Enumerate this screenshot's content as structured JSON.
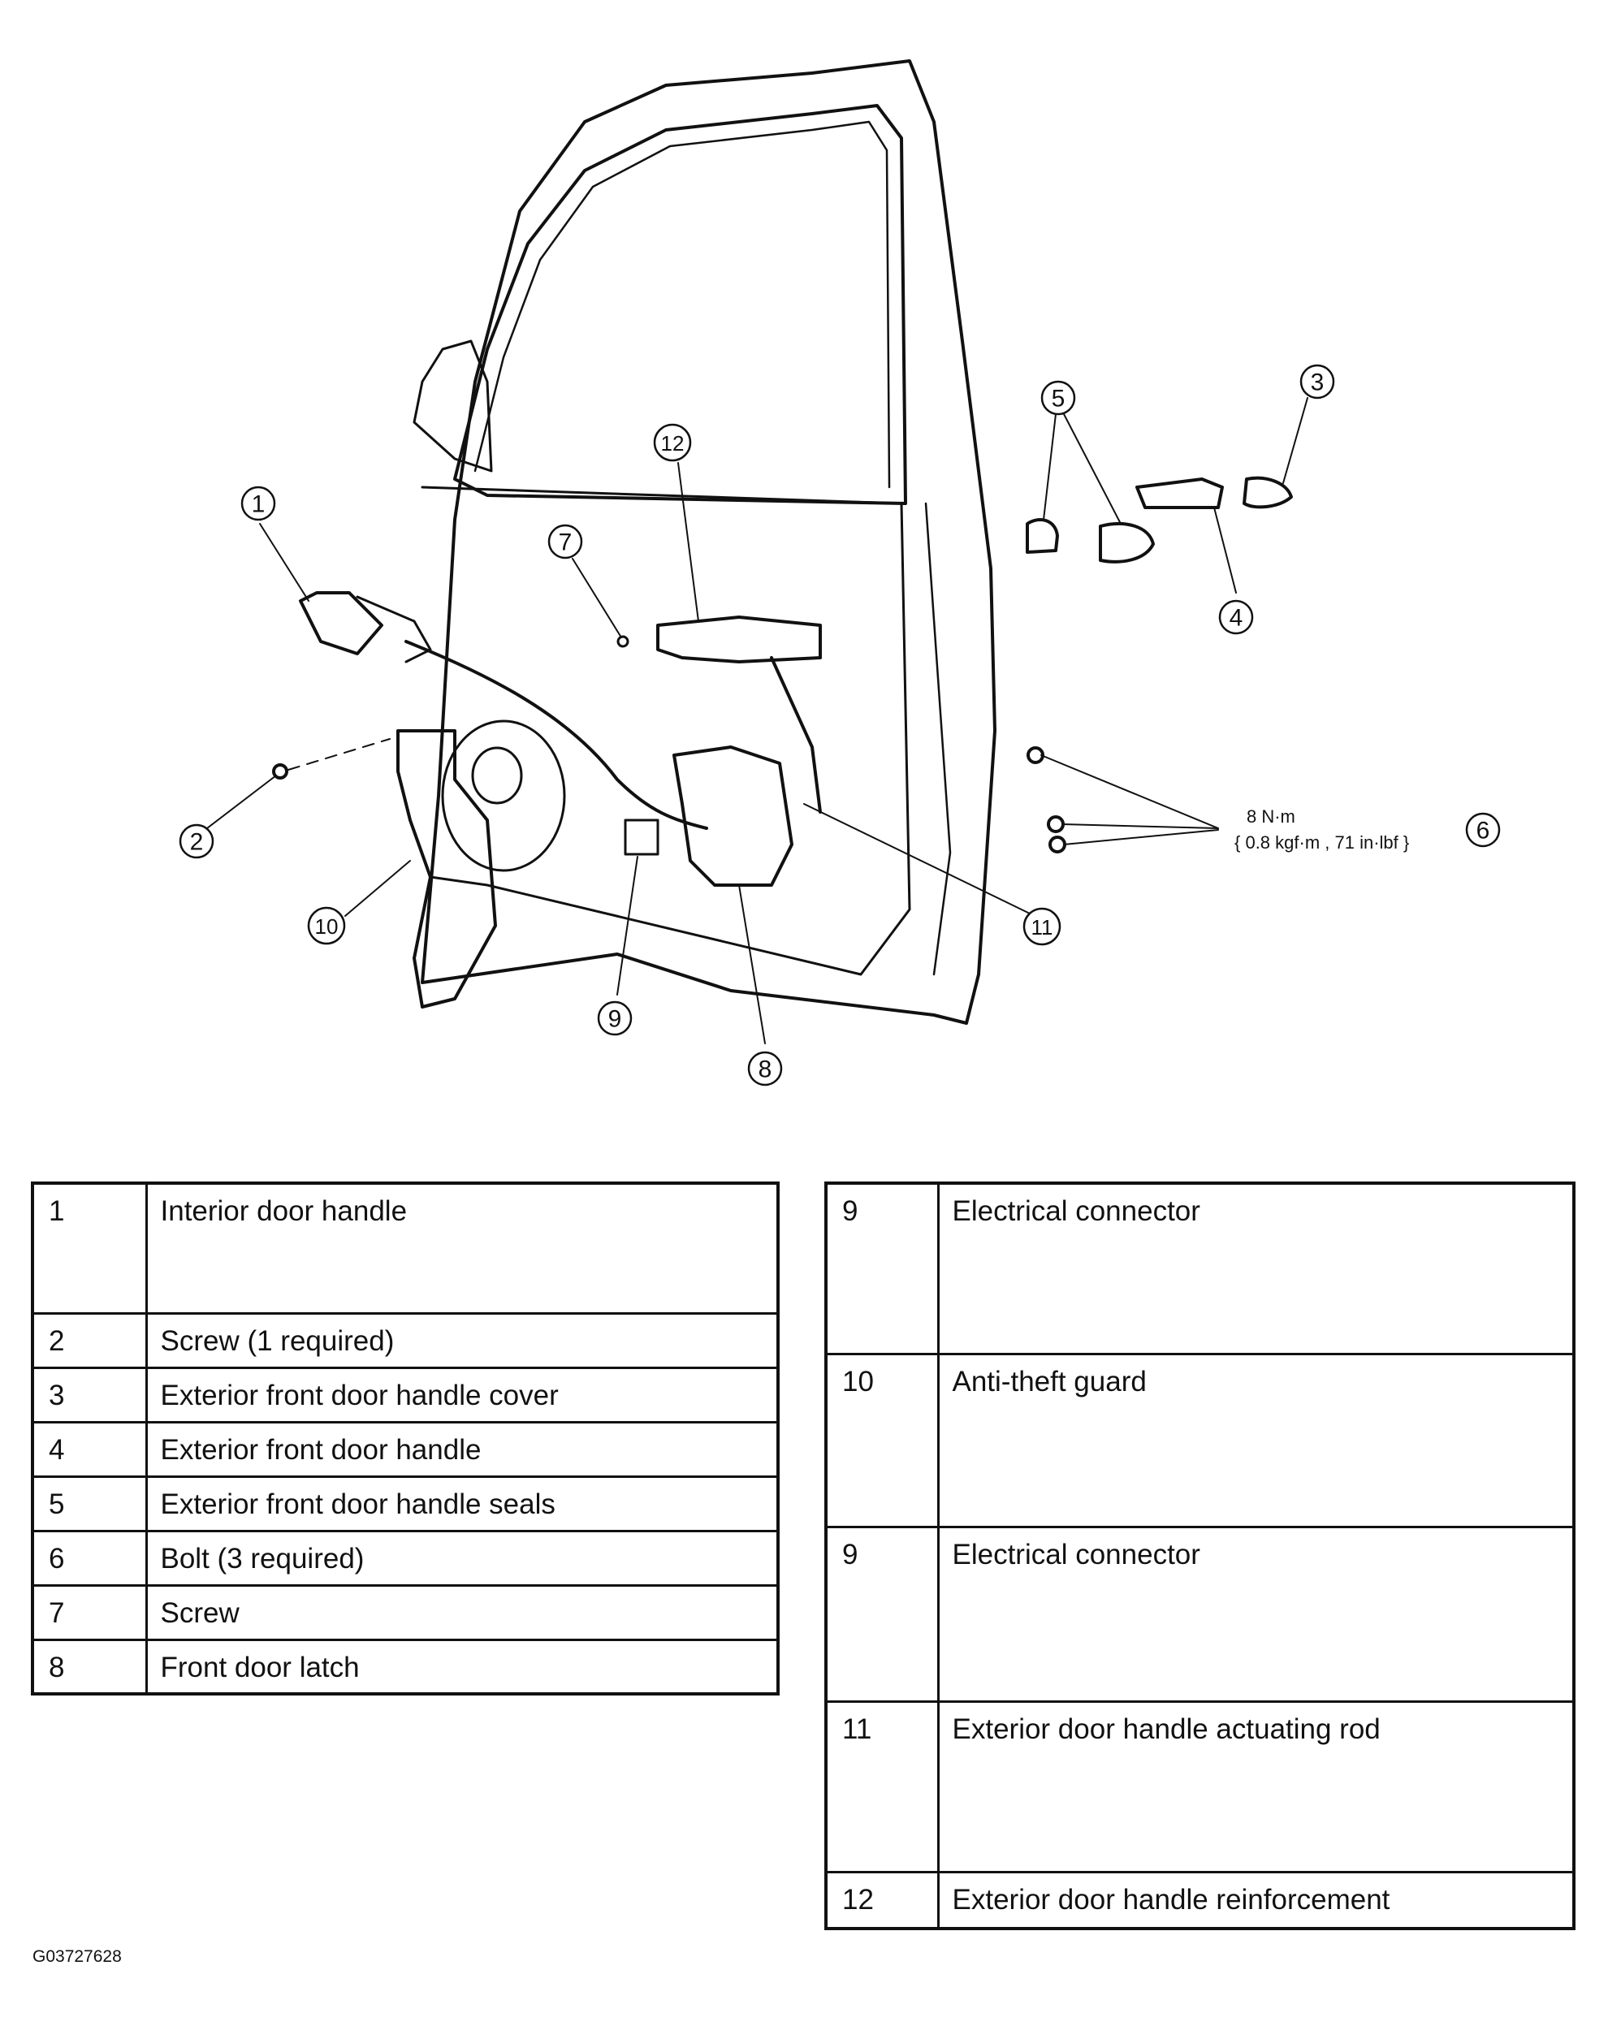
{
  "callouts": [
    {
      "id": "c1",
      "label": "1"
    },
    {
      "id": "c2",
      "label": "2"
    },
    {
      "id": "c3",
      "label": "3"
    },
    {
      "id": "c4",
      "label": "4"
    },
    {
      "id": "c5",
      "label": "5"
    },
    {
      "id": "c6",
      "label": "6"
    },
    {
      "id": "c7",
      "label": "7"
    },
    {
      "id": "c8",
      "label": "8"
    },
    {
      "id": "c9",
      "label": "9"
    },
    {
      "id": "c10",
      "label": "10"
    },
    {
      "id": "c11",
      "label": "11"
    },
    {
      "id": "c12",
      "label": "12"
    }
  ],
  "torque": {
    "line1": "8 N·m",
    "line2": "{ 0.8 kgf·m , 71 in·lbf }"
  },
  "legend_left": [
    {
      "num": "1",
      "desc": "Interior door handle"
    },
    {
      "num": "2",
      "desc": "Screw (1 required)"
    },
    {
      "num": "3",
      "desc": "Exterior front door handle cover"
    },
    {
      "num": "4",
      "desc": "Exterior front door handle"
    },
    {
      "num": "5",
      "desc": "Exterior front door handle seals"
    },
    {
      "num": "6",
      "desc": "Bolt (3 required)"
    },
    {
      "num": "7",
      "desc": "Screw"
    },
    {
      "num": "8",
      "desc": "Front door latch"
    }
  ],
  "legend_right": [
    {
      "num": "9",
      "desc": "Electrical connector"
    },
    {
      "num": "10",
      "desc": "Anti-theft guard"
    },
    {
      "num": "9",
      "desc": "Electrical connector"
    },
    {
      "num": "11",
      "desc": "Exterior door handle actuating rod"
    },
    {
      "num": "12",
      "desc": "Exterior door handle reinforcement"
    }
  ],
  "figure_code": "G03727628"
}
